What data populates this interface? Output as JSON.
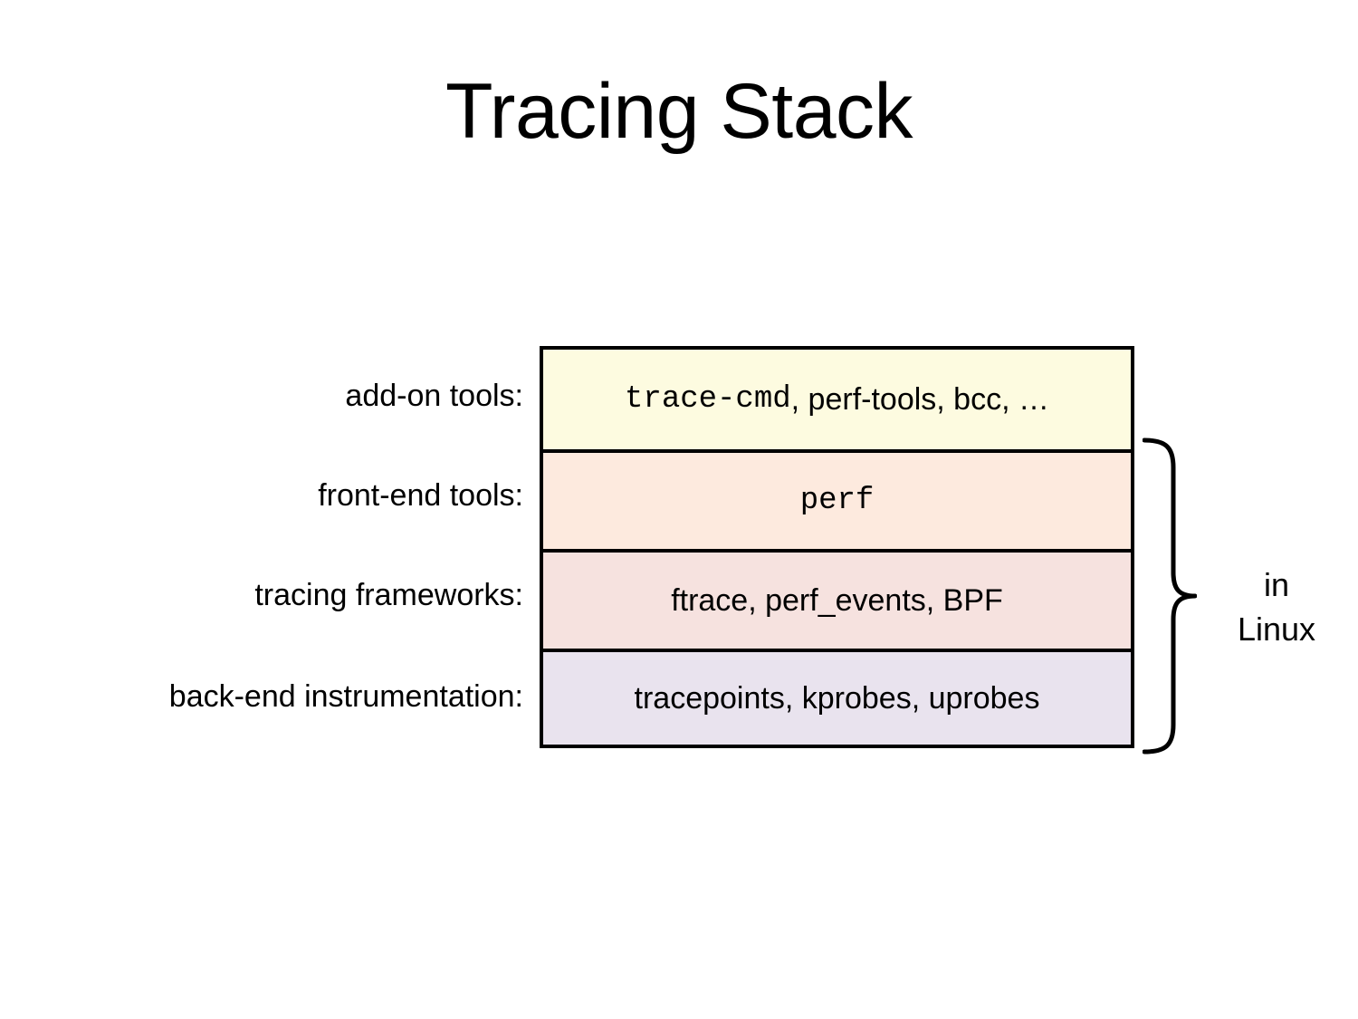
{
  "slide": {
    "title": "Tracing Stack",
    "background_color": "#ffffff",
    "text_color": "#000000"
  },
  "diagram": {
    "type": "layered-stack",
    "row_labels": [
      "add-on tools:",
      "front-end tools:",
      "tracing frameworks:",
      "back-end instrumentation:"
    ],
    "rows": [
      {
        "label": "add-on tools:",
        "mono_text": "trace-cmd",
        "sans_text": ", perf-tools, bcc, …",
        "fill_color": "#fdfbe0"
      },
      {
        "label": "front-end tools:",
        "mono_text": "perf",
        "sans_text": "",
        "fill_color": "#fdeade"
      },
      {
        "label": "tracing frameworks:",
        "mono_text": "",
        "sans_text": "ftrace, perf_events, BPF",
        "fill_color": "#f6e2df"
      },
      {
        "label": "back-end instrumentation:",
        "mono_text": "",
        "sans_text": "tracepoints, kprobes, uprobes",
        "fill_color": "#e9e3ee"
      }
    ],
    "brace": {
      "icon": "curly-brace-icon",
      "spans_rows": "front-end tools through back-end instrumentation",
      "note_line_1": "in",
      "note_line_2": "Linux"
    },
    "border_color": "#000000"
  }
}
